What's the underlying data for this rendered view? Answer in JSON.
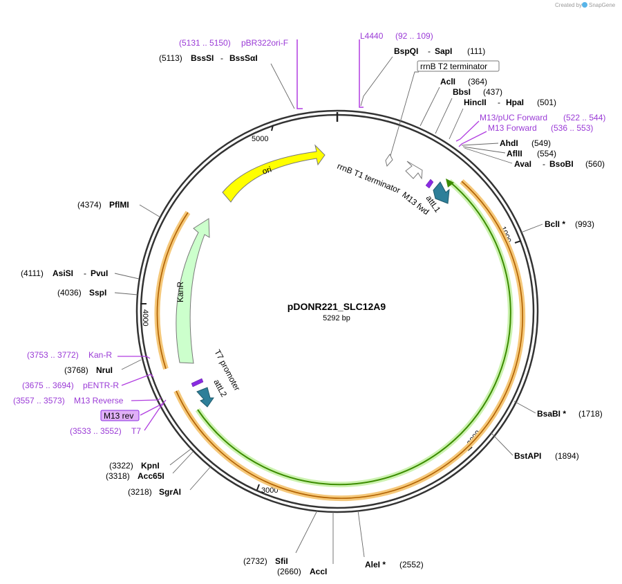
{
  "credit": "Created by",
  "credit_brand": "SnapGene",
  "plasmid": {
    "name": "pDONR221_SLC12A9",
    "length": "5292 bp"
  },
  "ticks": [
    "1000",
    "2000",
    "3000",
    "4000",
    "5000"
  ],
  "features": [
    {
      "label": "ori",
      "color": "#ffff00"
    },
    {
      "label": "KanR",
      "color": "#ccffcc"
    },
    {
      "label": "rrnB T1 terminator",
      "color": "#ffffff"
    },
    {
      "label": "attL1",
      "color": "#2e7f99"
    },
    {
      "label": "attL2",
      "color": "#2e7f99"
    },
    {
      "label": "M13 fwd",
      "color": "#8a2be2"
    },
    {
      "label": "T7 promoter",
      "color": "#8a2be2"
    }
  ],
  "enzymes": {
    "bsssi": {
      "name": "BssSI",
      "alt": "BssSαI",
      "pos": "(5113)"
    },
    "bspqi": {
      "name": "BspQI",
      "alt": "SapI",
      "pos": "(111)"
    },
    "acli": {
      "name": "AclI",
      "pos": "(364)"
    },
    "bbsi": {
      "name": "BbsI",
      "pos": "(437)"
    },
    "hincii": {
      "name": "HincII",
      "alt": "HpaI",
      "pos": "(501)"
    },
    "ahdi": {
      "name": "AhdI",
      "pos": "(549)"
    },
    "aflii": {
      "name": "AflII",
      "pos": "(554)"
    },
    "avai": {
      "name": "AvaI",
      "alt": "BsoBI",
      "pos": "(560)"
    },
    "bcli": {
      "name": "BclI *",
      "pos": "(993)"
    },
    "bsabi": {
      "name": "BsaBI *",
      "pos": "(1718)"
    },
    "bstapi": {
      "name": "BstAPI",
      "pos": "(1894)"
    },
    "alei": {
      "name": "AleI *",
      "pos": "(2552)"
    },
    "acci": {
      "name": "AccI",
      "pos": "(2660)"
    },
    "sfii": {
      "name": "SfiI",
      "pos": "(2732)"
    },
    "sgrai": {
      "name": "SgrAI",
      "pos": "(3218)"
    },
    "acc65i": {
      "name": "Acc65I",
      "pos": "(3318)"
    },
    "kpni": {
      "name": "KpnI",
      "pos": "(3322)"
    },
    "nrui": {
      "name": "NruI",
      "pos": "(3768)"
    },
    "sspi": {
      "name": "SspI",
      "pos": "(4036)"
    },
    "asisi": {
      "name": "AsiSI",
      "alt": "PvuI",
      "pos": "(4111)"
    },
    "pflmi": {
      "name": "PflMI",
      "pos": "(4374)"
    }
  },
  "primers": {
    "pbr322": {
      "name": "pBR322ori-F",
      "range": "(5131 .. 5150)"
    },
    "l4440": {
      "name": "L4440",
      "range": "(92 .. 109)"
    },
    "m13puc": {
      "name": "M13/pUC Forward",
      "range": "(522 .. 544)"
    },
    "m13fwd": {
      "name": "M13 Forward",
      "range": "(536 .. 553)"
    },
    "kanr": {
      "name": "Kan-R",
      "range": "(3753 .. 3772)"
    },
    "pentr": {
      "name": "pENTR-R",
      "range": "(3675 .. 3694)"
    },
    "m13rev": {
      "name": "M13 Reverse",
      "range": "(3557 .. 3573)"
    },
    "m13revbox": {
      "name": "M13 rev"
    },
    "t7": {
      "name": "T7",
      "range": "(3533 .. 3552)"
    }
  },
  "boxed_feature": {
    "label": "rrnB T2 terminator"
  }
}
